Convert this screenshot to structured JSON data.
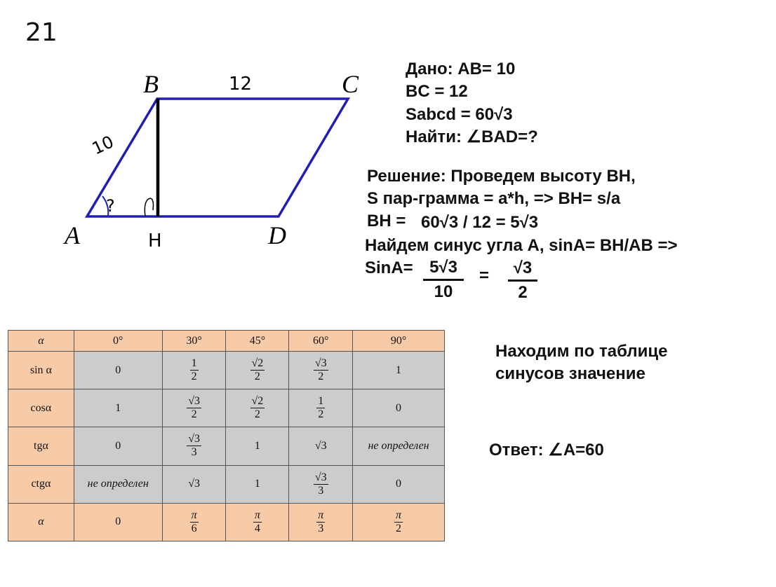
{
  "problem_number": "21",
  "figure": {
    "labels": {
      "A": "A",
      "B": "B",
      "C": "C",
      "D": "D",
      "H": "H"
    },
    "side_ab": "10",
    "side_bc": "12",
    "unknown_angle": "?",
    "colors": {
      "sides": "#1f1fb4",
      "height": "#000000"
    }
  },
  "given": {
    "line1": "Дано: AB= 10",
    "line2": "BC = 12",
    "line3": "Sabcd = 60√3",
    "line4": "Найти:  ∠BAD=?"
  },
  "solution": {
    "line1": "Решение: Проведем высоту BH,",
    "line2": "S пар-грамма = a*h, => BH= s/a",
    "line3_prefix": "BH =",
    "line3_expr": "60√3  / 12 = 5√3",
    "line4": "Найдем синус угла A, sinA= BH/AB =>",
    "line5_prefix": "SinA=",
    "frac1_num": "5√3",
    "frac1_den": "10",
    "equals": "=",
    "frac2_num": "√3",
    "frac2_den": "2"
  },
  "note": {
    "line1": "Находим по таблице",
    "line2": "синусов значение"
  },
  "answer": "Ответ:  ∠A=60",
  "table": {
    "header": [
      "α",
      "0°",
      "30°",
      "45°",
      "60°",
      "90°"
    ],
    "row_labels": [
      "sin α",
      "cosα",
      "tgα",
      "ctgα",
      "α"
    ],
    "undefined_text": "не определен",
    "one": "1",
    "zero": "0",
    "two": "2",
    "three": "3",
    "four": "4",
    "six": "6",
    "sqrt2": "√2",
    "sqrt3": "√3",
    "pi": "π",
    "colors": {
      "header_bg": "#f8cba8",
      "body_bg": "#cccccc"
    }
  }
}
